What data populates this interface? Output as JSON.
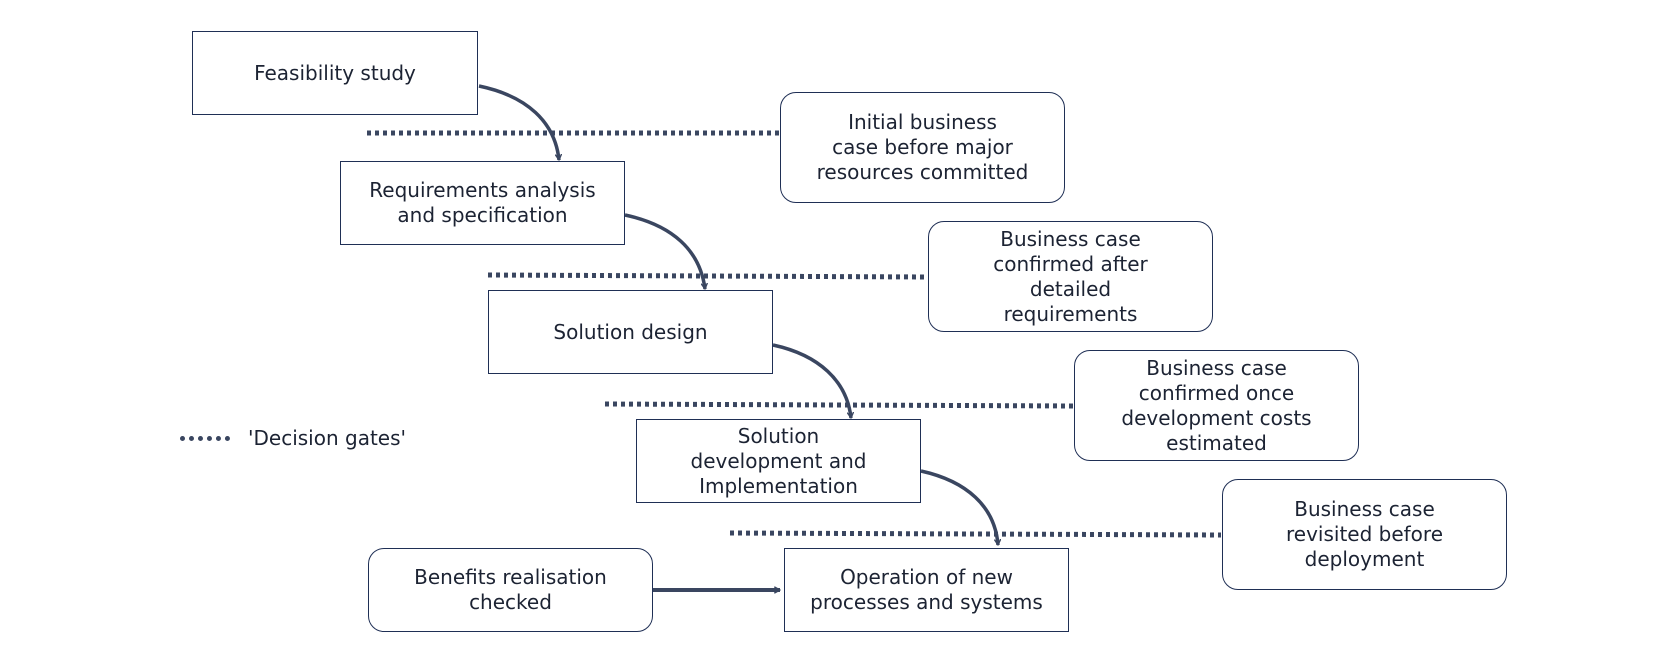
{
  "stages": [
    {
      "id": "feasibility",
      "label": "Feasibility study"
    },
    {
      "id": "requirements",
      "label": "Requirements analysis\nand specification"
    },
    {
      "id": "design",
      "label": "Solution design"
    },
    {
      "id": "development",
      "label": "Solution\ndevelopment and\nImplementation"
    },
    {
      "id": "operation",
      "label": "Operation of new\nprocesses and systems"
    }
  ],
  "benefits": {
    "label": "Benefits realisation\nchecked"
  },
  "gates": [
    {
      "label": "Initial business\ncase before major\nresources committed"
    },
    {
      "label": "Business case\nconfirmed after\ndetailed\nrequirements"
    },
    {
      "label": "Business case\nconfirmed once\ndevelopment costs\nestimated"
    },
    {
      "label": "Business case\nrevisited before\ndeployment"
    }
  ],
  "legend": {
    "label": "'Decision gates'"
  },
  "colors": {
    "line": "#3a4660",
    "border": "#1f2f55"
  }
}
